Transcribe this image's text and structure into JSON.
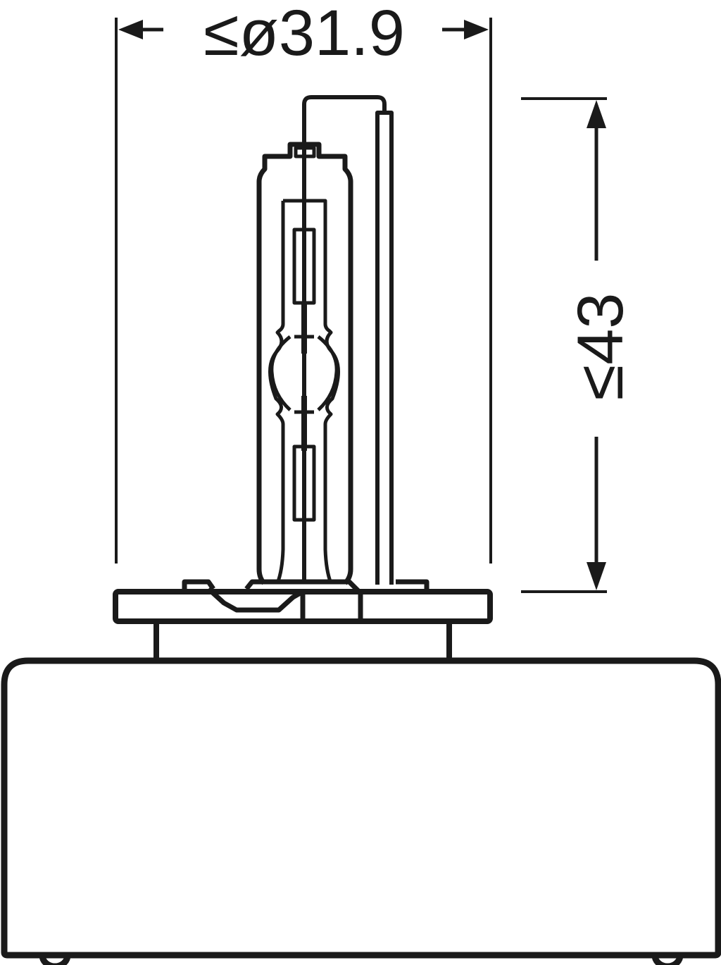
{
  "drawing": {
    "subject": "HID xenon bulb technical dimension drawing",
    "line_color": "#1a1a1a",
    "background": "#ffffff"
  },
  "dimensions": {
    "width": {
      "label": "≤ø31.9",
      "symbol_le": "≤",
      "symbol_diameter": "ø",
      "value": "31.9",
      "orientation": "horizontal"
    },
    "height": {
      "label": "≤43",
      "symbol_le": "≤",
      "value": "43",
      "orientation": "vertical"
    }
  }
}
